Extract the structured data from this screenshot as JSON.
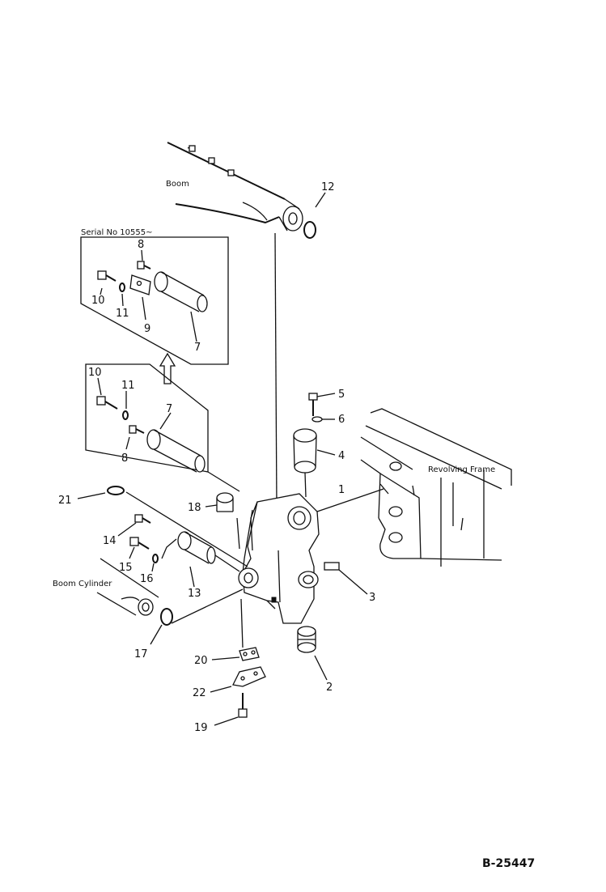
{
  "diagram": {
    "labels": {
      "boom": "Boom",
      "revolving_frame": "Revolving Frame",
      "boom_cylinder": "Boom Cylinder",
      "serial_no": "Serial No 10555~"
    },
    "figure_id": "B-25447",
    "parts": [
      "1",
      "2",
      "3",
      "4",
      "5",
      "6",
      "7",
      "7",
      "8",
      "8",
      "9",
      "10",
      "10",
      "11",
      "11",
      "12",
      "13",
      "14",
      "15",
      "16",
      "17",
      "18",
      "19",
      "20",
      "21",
      "22"
    ]
  }
}
